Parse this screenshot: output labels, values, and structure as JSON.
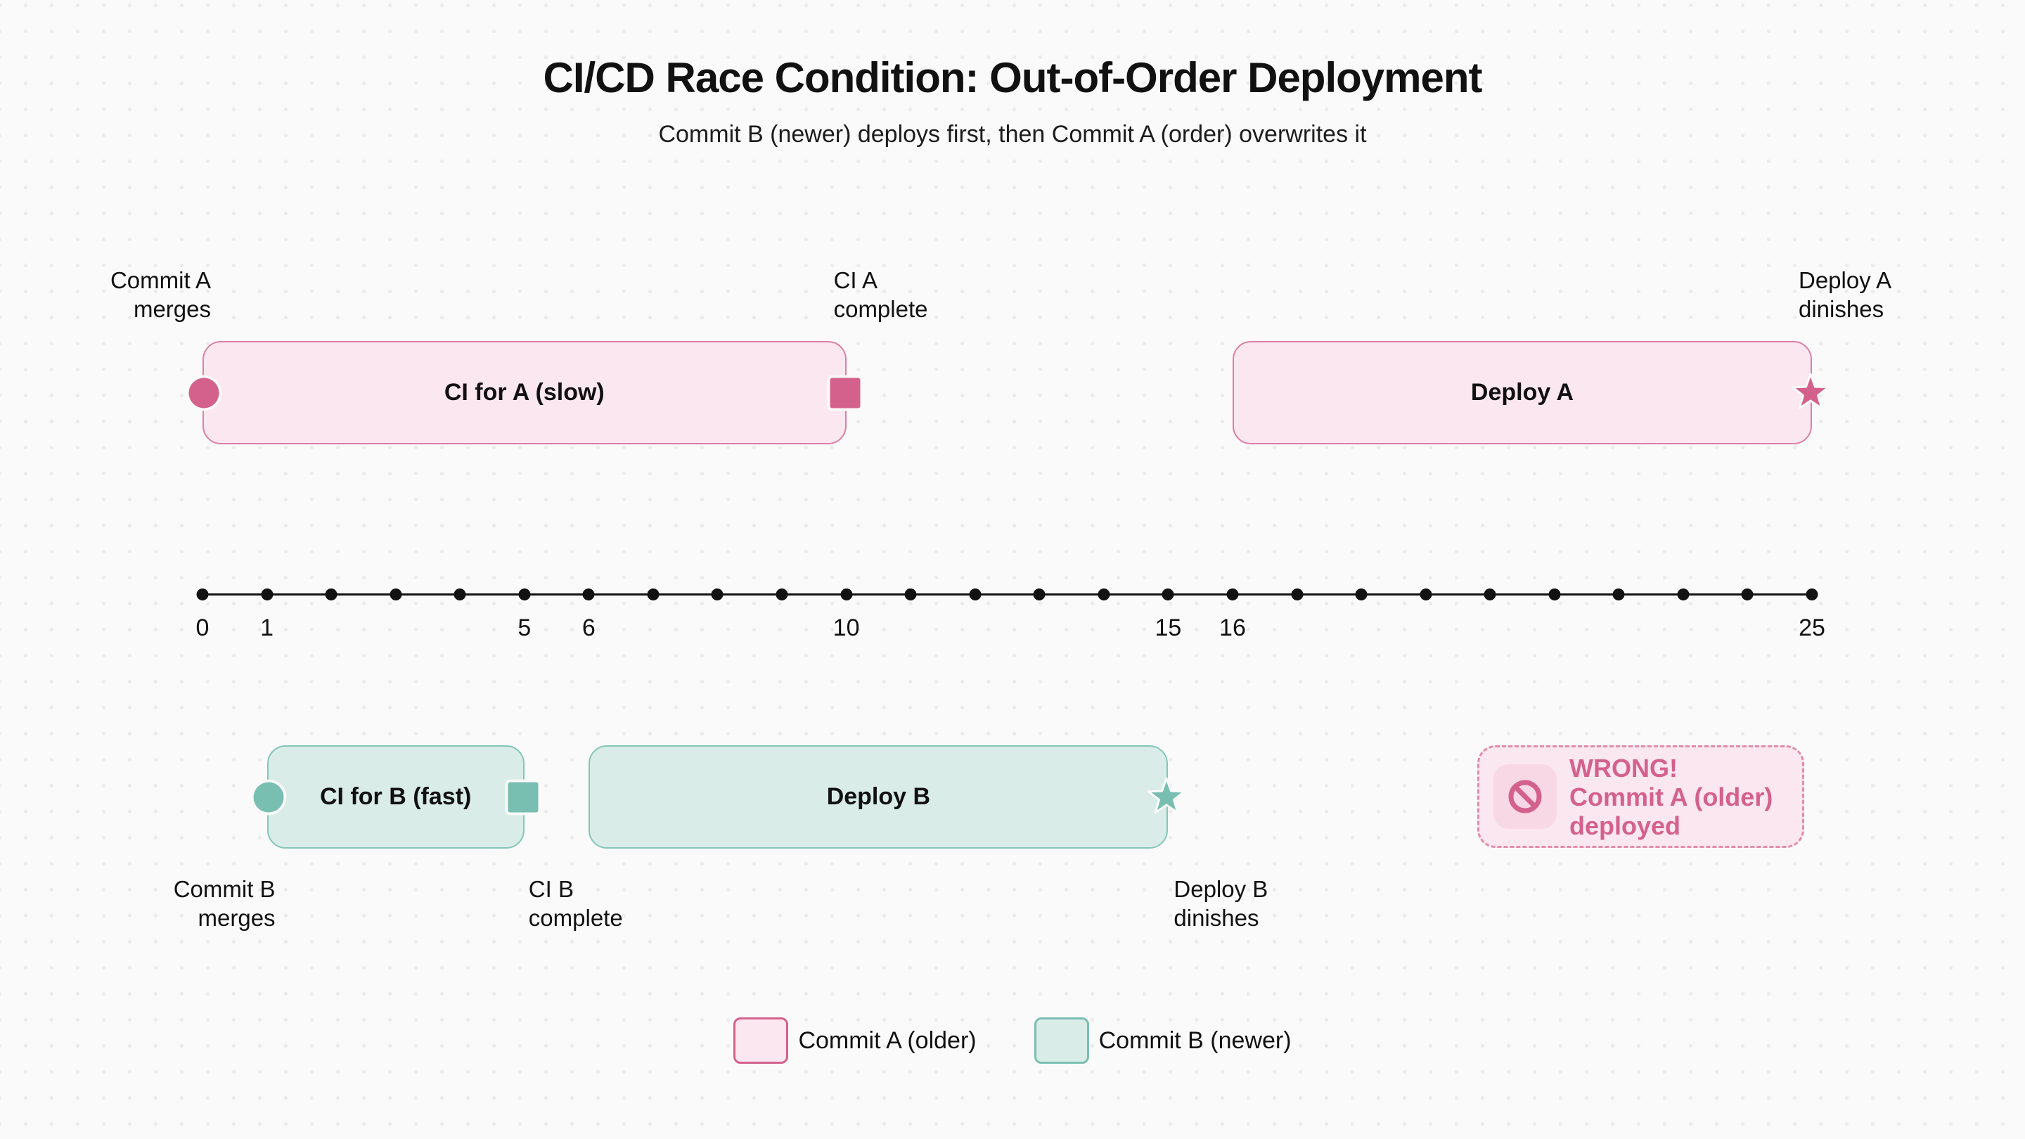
{
  "title": "CI/CD Race Condition: Out-of-Order Deployment",
  "subtitle": "Commit B (newer) deploys first, then Commit A (order) overwrites it",
  "colors": {
    "background": "#fafafa",
    "grid_dot": "#ececec",
    "ink": "#111111",
    "commit_a_accent": "#d4618c",
    "commit_a_border": "#dd7fa6",
    "commit_a_fill": "#fbe7ef",
    "commit_b_accent": "#79bfb1",
    "commit_b_border": "#84c6b8",
    "commit_b_fill": "#d9ece7",
    "warning_chip_fill": "#f7d8e4",
    "warning_text": "#d4618c"
  },
  "timeline": {
    "min": 0,
    "max": 25,
    "dot_every": 1,
    "ticks": [
      {
        "t": 0,
        "label": "0"
      },
      {
        "t": 1,
        "label": "1"
      },
      {
        "t": 5,
        "label": "5"
      },
      {
        "t": 6,
        "label": "6"
      },
      {
        "t": 10,
        "label": "10"
      },
      {
        "t": 15,
        "label": "15"
      },
      {
        "t": 16,
        "label": "16"
      },
      {
        "t": 25,
        "label": "25"
      }
    ]
  },
  "track_a": {
    "name": "Commit A (older)",
    "segments": [
      {
        "label": "CI for A (slow)",
        "start": 0,
        "end": 10,
        "start_marker": "circle",
        "end_marker": "square"
      },
      {
        "label": "Deploy A",
        "start": 16,
        "end": 25,
        "start_marker": null,
        "end_marker": "star"
      }
    ],
    "events": [
      {
        "t": 0,
        "align": "right",
        "lines": [
          "Commit A",
          "merges"
        ]
      },
      {
        "t": 10,
        "align": "left",
        "lines": [
          "CI A",
          "complete"
        ]
      },
      {
        "t": 25,
        "align": "left",
        "lines": [
          "Deploy A",
          "dinishes"
        ]
      }
    ]
  },
  "track_b": {
    "name": "Commit B (newer)",
    "segments": [
      {
        "label": "CI for B (fast)",
        "start": 1,
        "end": 5,
        "start_marker": "circle",
        "end_marker": "square"
      },
      {
        "label": "Deploy B",
        "start": 6,
        "end": 15,
        "start_marker": null,
        "end_marker": "star"
      }
    ],
    "events": [
      {
        "t": 1,
        "align": "right",
        "lines": [
          "Commit B",
          "merges"
        ]
      },
      {
        "t": 5,
        "align": "left",
        "lines": [
          "CI B",
          "complete"
        ]
      },
      {
        "t": 15,
        "align": "left",
        "lines": [
          "Deploy B",
          "dinishes"
        ]
      }
    ]
  },
  "warning": {
    "icon": "prohibition-icon",
    "lines": [
      "WRONG!",
      "Commit A (older)",
      "deployed"
    ]
  },
  "legend": {
    "items": [
      {
        "label": "Commit A (older)",
        "swatch": "pink"
      },
      {
        "label": "Commit B (newer)",
        "swatch": "teal"
      }
    ]
  }
}
